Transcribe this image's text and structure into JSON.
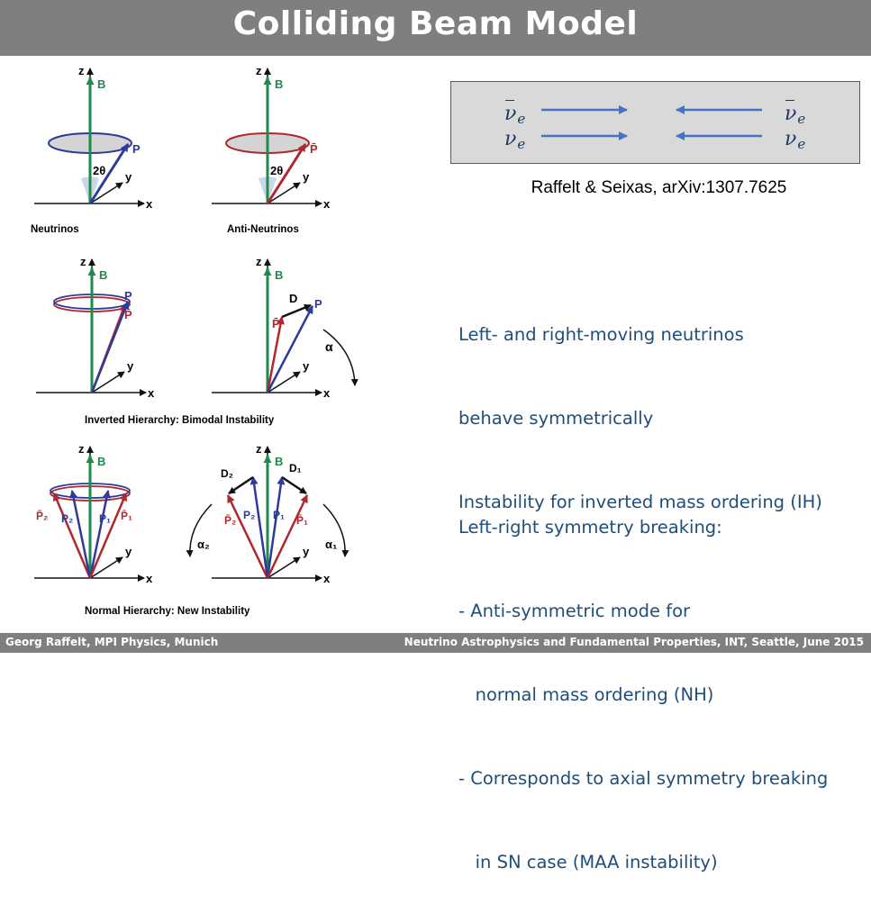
{
  "title": "Colliding Beam Model",
  "footer": {
    "left": "Georg Raffelt, MPI Physics, Munich",
    "right": "Neutrino Astrophysics and Fundamental Properties, INT, Seattle, June 2015"
  },
  "beams": {
    "nu_symbol": "ν",
    "subscript": "e",
    "arrow_color": "#4472c4"
  },
  "citation": "Raffelt & Seixas, arXiv:1307.7625",
  "text_block_1": [
    "Left- and right-moving neutrinos",
    "behave symmetrically",
    "Instability for inverted mass ordering (IH)"
  ],
  "text_block_2": [
    "Left-right symmetry breaking:",
    "- Anti-symmetric mode for",
    "   normal mass ordering (NH)",
    "- Corresponds to axial symmetry breaking",
    "   in SN case (MAA instability)"
  ],
  "diagram": {
    "axis_z": "z",
    "axis_x": "x",
    "axis_y": "y",
    "field": "B",
    "vec_p": "P",
    "vec_pbar": "P̄",
    "angle_2theta": "2θ",
    "vec_d": "D",
    "angle_alpha": "α",
    "vec_p1": "P₁",
    "vec_p2": "P₂",
    "vec_p1bar": "P̄₁",
    "vec_p2bar": "P̄₂",
    "vec_d1": "D₁",
    "vec_d2": "D₂",
    "angle_alpha1": "α₁",
    "angle_alpha2": "α₂",
    "caption_neutrinos": "Neutrinos",
    "caption_antineutrinos": "Anti-Neutrinos",
    "caption_inverted": "Inverted Hierarchy:  Bimodal Instability",
    "caption_normal": "Normal Hierarchy:  New Instability",
    "colors": {
      "green": "#1e8a4c",
      "blue": "#2e3a99",
      "red": "#b0272d",
      "black": "#111111"
    }
  }
}
